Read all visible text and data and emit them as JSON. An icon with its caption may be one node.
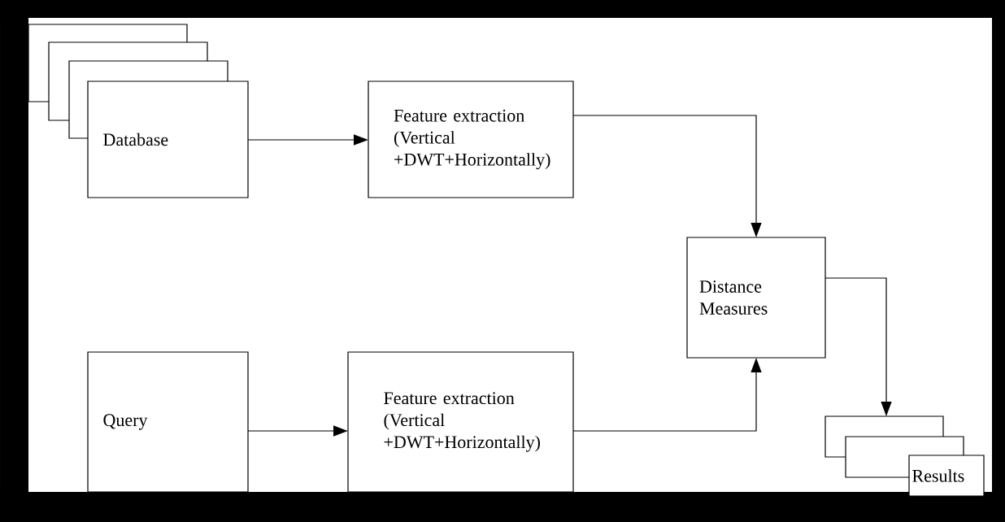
{
  "diagram": {
    "nodes": [
      {
        "text": [
          "Database"
        ]
      },
      {
        "text": [
          "Feature extraction (Vertical +DWT+Horizontally)"
        ]
      },
      {
        "text": [
          "Distance Measures"
        ]
      },
      {
        "text": [
          "Query"
        ]
      },
      {
        "text": [
          "Feature extraction (Vertical +DWT+Horizontally)"
        ]
      },
      {
        "text": [
          "Results"
        ]
      }
    ],
    "edges": [
      {
        "from": 0,
        "to": 1,
        "arrow": "to"
      },
      {
        "from": 1,
        "to": 2,
        "arrow": "to"
      },
      {
        "from": 3,
        "to": 4,
        "arrow": "to"
      },
      {
        "from": 4,
        "to": 2,
        "arrow": "to"
      },
      {
        "from": 2,
        "to": 5,
        "arrow": "to"
      }
    ]
  }
}
